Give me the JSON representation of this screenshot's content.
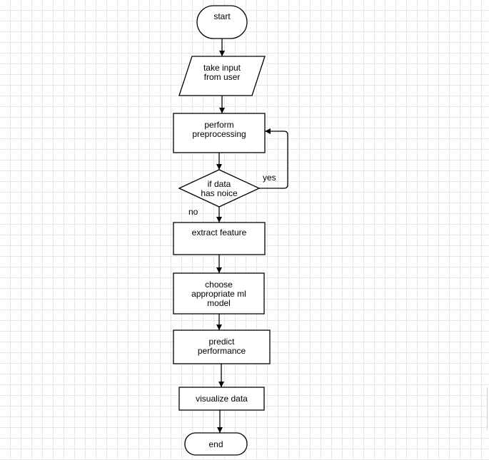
{
  "diagram": {
    "nodes": {
      "start": "start",
      "input": "take input\nfrom user",
      "preprocess": "perform\npreprocessing",
      "decision": "if data\nhas noice",
      "extract": "extract feature",
      "choose": "choose\nappropriate ml\nmodel",
      "predict": "predict\nperformance",
      "visualize": "visualize data",
      "end": "end"
    },
    "edge_labels": {
      "yes": "yes",
      "no": "no"
    }
  }
}
